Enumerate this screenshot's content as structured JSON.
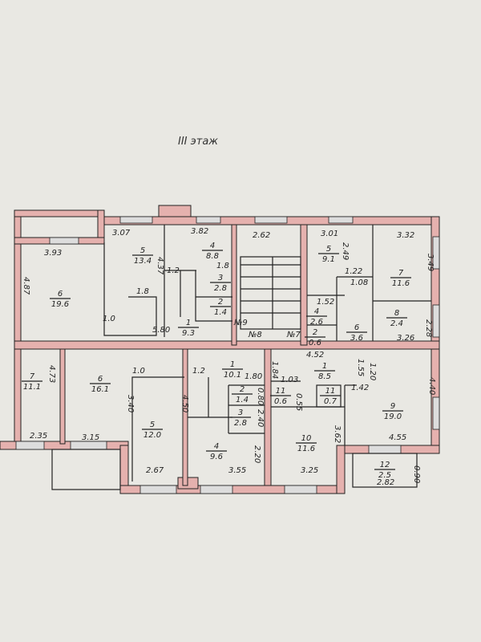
{
  "title": "III этаж",
  "rooms": [
    {
      "id": "u6",
      "number": "6",
      "area": "19.6"
    },
    {
      "id": "u5",
      "number": "5",
      "area": "13.4"
    },
    {
      "id": "u4",
      "number": "4",
      "area": "8.8"
    },
    {
      "id": "u3",
      "number": "3",
      "area": "2.8"
    },
    {
      "id": "u2",
      "number": "2",
      "area": "1.4"
    },
    {
      "id": "u1",
      "number": "1",
      "area": "9.3"
    },
    {
      "id": "r5",
      "number": "5",
      "area": "9.1"
    },
    {
      "id": "r7",
      "number": "7",
      "area": "11.6"
    },
    {
      "id": "r4",
      "number": "4",
      "area": "2.6"
    },
    {
      "id": "r2",
      "number": "2",
      "area": "0.6"
    },
    {
      "id": "r6",
      "number": "6",
      "area": "3.6"
    },
    {
      "id": "r8",
      "number": "8",
      "area": "2.4"
    },
    {
      "id": "l7",
      "number": "7",
      "area": "11.1"
    },
    {
      "id": "l6",
      "number": "6",
      "area": "16.1"
    },
    {
      "id": "l5",
      "number": "5",
      "area": "12.0"
    },
    {
      "id": "m1",
      "number": "1",
      "area": "10.1"
    },
    {
      "id": "m2",
      "number": "2",
      "area": "1.4"
    },
    {
      "id": "m3",
      "number": "3",
      "area": "2.8"
    },
    {
      "id": "m4",
      "number": "4",
      "area": "9.6"
    },
    {
      "id": "c1",
      "number": "1",
      "area": "8.5"
    },
    {
      "id": "c11a",
      "number": "11",
      "area": "0.6"
    },
    {
      "id": "c11b",
      "number": "11",
      "area": "0.7"
    },
    {
      "id": "c9",
      "number": "9",
      "area": "19.0"
    },
    {
      "id": "c10",
      "number": "10",
      "area": "11.6"
    },
    {
      "id": "c12",
      "number": "12",
      "area": "2.5"
    }
  ],
  "dimensions": [
    "3.93",
    "4.87",
    "1.0",
    "5.80",
    "3.07",
    "4.37",
    "1.8",
    "3.82",
    "1.8",
    "1.2",
    "2.62",
    "№9",
    "№8",
    "№7",
    "3.01",
    "2.49",
    "3.32",
    "3.49",
    "1.22",
    "1.08",
    "1.52",
    "3.26",
    "2.28",
    "4.73",
    "2.35",
    "3.15",
    "1.0",
    "1.2",
    "3.40",
    "4.50",
    "2.67",
    "1.80",
    "0.80",
    "2.40",
    "3.55",
    "2.20",
    "1.84",
    "4.52",
    "1.55",
    "1.20",
    "1.03",
    "0.55",
    "1.42",
    "4.40",
    "4.55",
    "3.62",
    "3.25",
    "2.82",
    "0.90"
  ]
}
